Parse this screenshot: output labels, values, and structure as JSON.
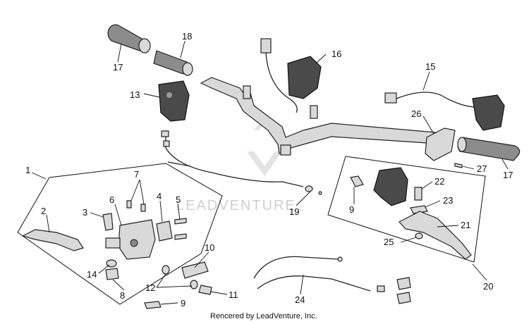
{
  "labels": {
    "p1": "1",
    "p2": "2",
    "p3": "3",
    "p4": "4",
    "p5": "5",
    "p6": "6",
    "p7": "7",
    "p8": "8",
    "p9a": "9",
    "p9b": "9",
    "p10": "10",
    "p11": "11",
    "p12": "12",
    "p13": "13",
    "p14": "14",
    "p15": "15",
    "p16": "16",
    "p17a": "17",
    "p17b": "17",
    "p18": "18",
    "p19": "19",
    "p20": "20",
    "p21": "21",
    "p22": "22",
    "p23": "23",
    "p24": "24",
    "p25": "25",
    "p26": "26",
    "p27": "27"
  },
  "watermark": "LEADVENTURE",
  "credit": "Rencered by LeadVenture, Inc.",
  "colors": {
    "outline": "#222222",
    "part_fill": "#d9d9d9",
    "dark_part": "#4a4a4a",
    "grip": "#8c8c8c"
  }
}
